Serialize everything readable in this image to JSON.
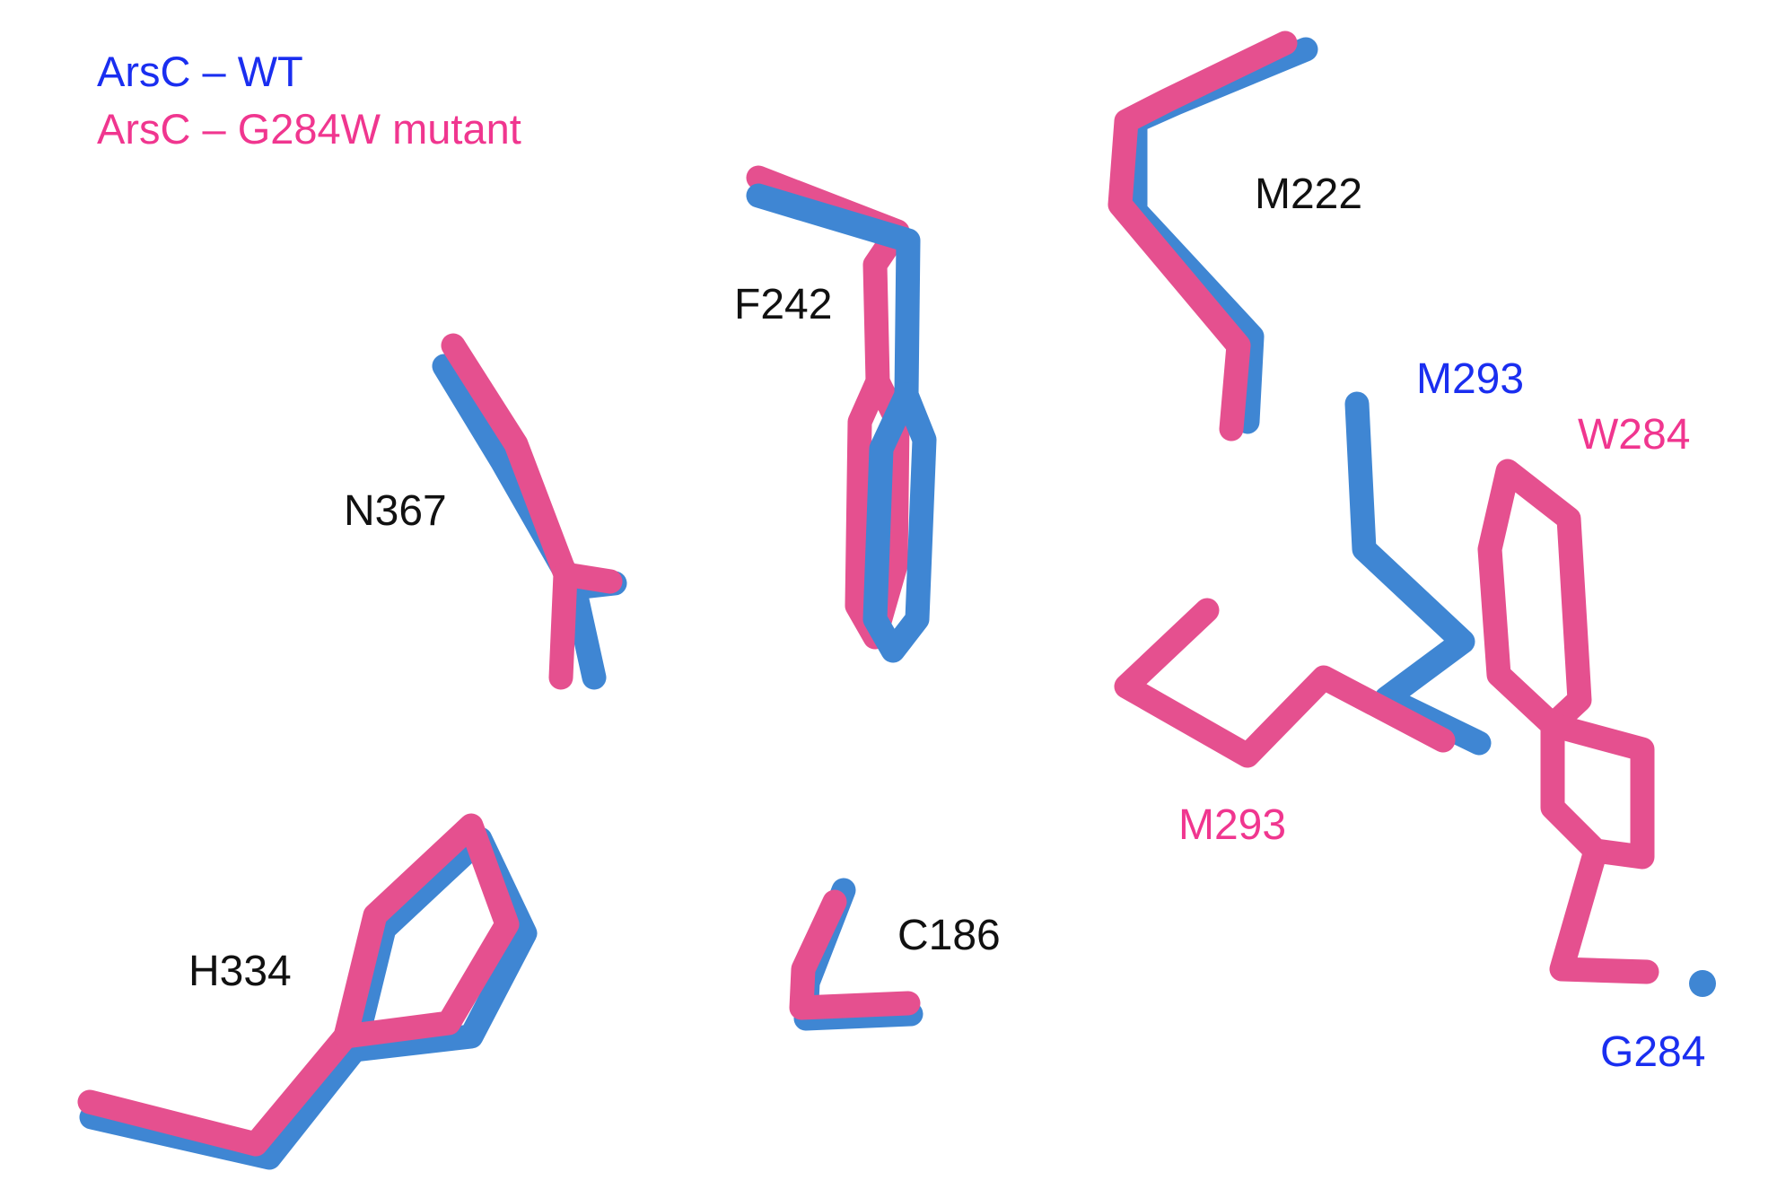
{
  "colors": {
    "wt_text": "#1a2ef0",
    "mutant_text": "#f0368f",
    "residue_text": "#111111",
    "wt_stick": "#3f86d3",
    "mutant_stick": "#e5508f"
  },
  "legend": {
    "wt": "ArsC – WT",
    "mutant": "ArsC – G284W mutant"
  },
  "labels": {
    "m222": "M222",
    "f242": "F242",
    "n367": "N367",
    "m293_wt": "M293",
    "w284": "W284",
    "m293_mutant": "M293",
    "c186": "C186",
    "h334": "H334",
    "g284": "G284"
  }
}
